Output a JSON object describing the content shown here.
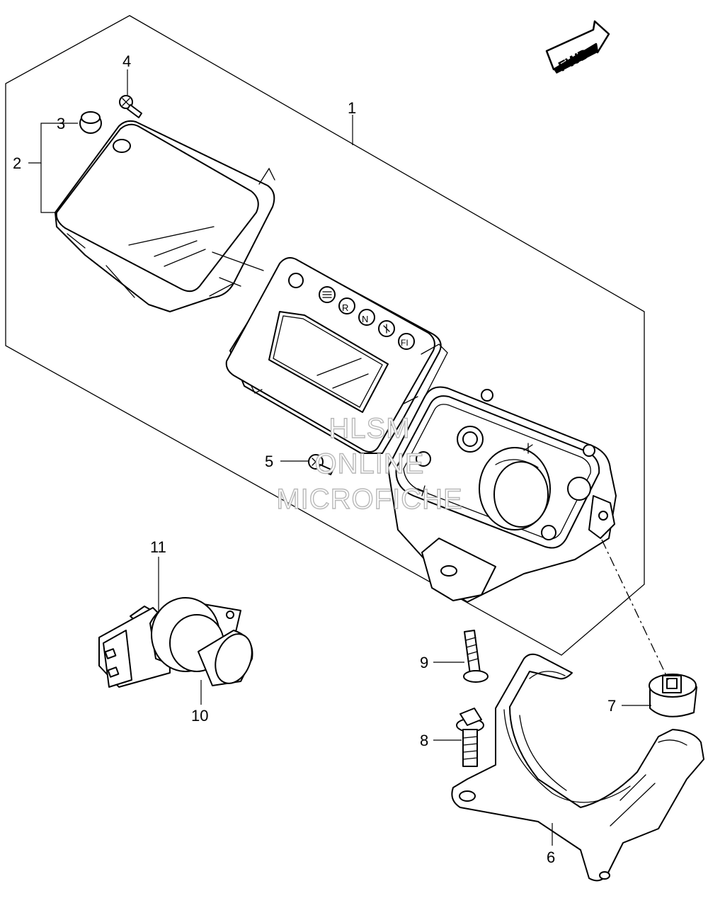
{
  "callouts": [
    "1",
    "2",
    "3",
    "4",
    "5",
    "6",
    "7",
    "8",
    "9",
    "10",
    "11"
  ],
  "fwd_label": "FWD",
  "indicator_labels": [
    "R",
    "N",
    "FI"
  ],
  "watermark": [
    "HLSM",
    "ONLINE",
    "MICROFICHE"
  ]
}
